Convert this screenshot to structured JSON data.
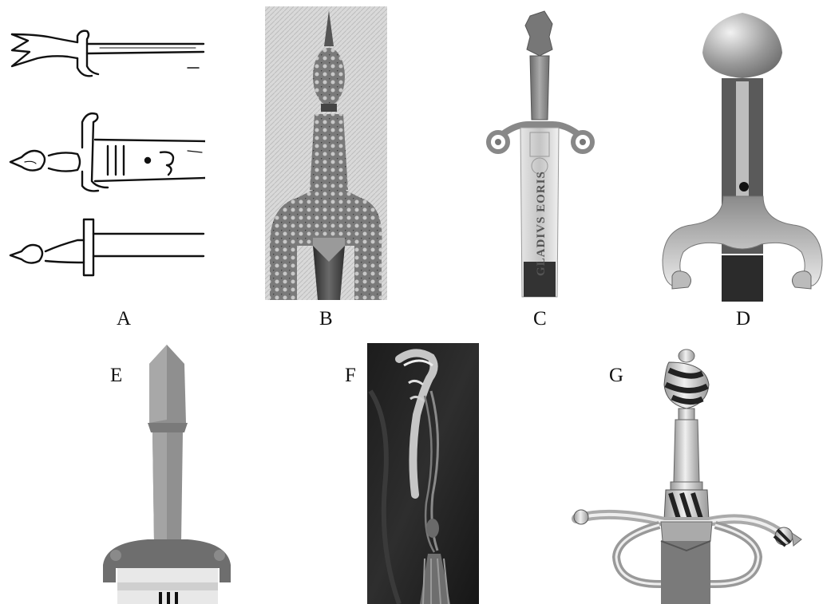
{
  "figure": {
    "panels": [
      {
        "id": "A",
        "label": "A",
        "content": "line-drawing-hilts"
      },
      {
        "id": "B",
        "label": "B",
        "content": "ornate-hilt-photo"
      },
      {
        "id": "C",
        "label": "C",
        "content": "hilt-with-inscribed-blade",
        "blade_inscription": "GLADIVS EORIS"
      },
      {
        "id": "D",
        "label": "D",
        "content": "grey-hilt-rendering"
      },
      {
        "id": "E",
        "label": "E",
        "content": "faceted-pommel-hilt"
      },
      {
        "id": "F",
        "label": "F",
        "content": "painting-detail-hilt-tassel"
      },
      {
        "id": "G",
        "label": "G",
        "content": "swept-guard-hilt"
      }
    ]
  }
}
